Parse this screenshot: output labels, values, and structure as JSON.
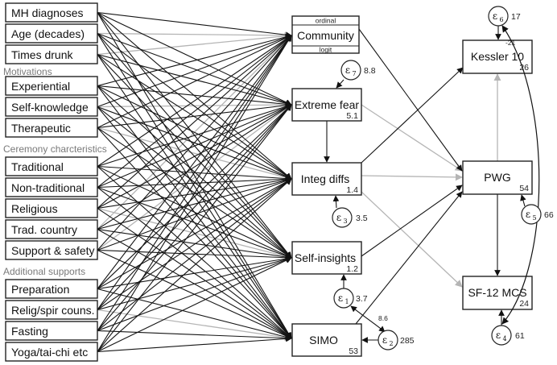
{
  "predictors": [
    "MH diagnoses",
    "Age (decades)",
    "Times drunk",
    "Experiential",
    "Self-knowledge",
    "Therapeutic",
    "Traditional",
    "Non-traditional",
    "Religious",
    "Trad. country",
    "Support & safety",
    "Preparation",
    "Relig/spir couns.",
    "Fasting",
    "Yoga/tai-chi etc"
  ],
  "group_labels": {
    "motivations": "Motivations",
    "ceremony": "Ceremony charcteristics",
    "supports": "Additional supports"
  },
  "community": {
    "label": "Community",
    "top_band": "ordinal",
    "bottom_band": "logit"
  },
  "mediators": [
    {
      "label": "Extreme fear",
      "value": "5.1"
    },
    {
      "label": "Integ diffs",
      "value": "1.4"
    },
    {
      "label": "Self-insights",
      "value": "1.2"
    },
    {
      "label": "SIMO",
      "value": "53"
    }
  ],
  "outcomes": [
    {
      "label": "Kessler 10",
      "value": "26"
    },
    {
      "label": "PWG",
      "value": "54"
    },
    {
      "label": "SF-12 MCS",
      "value": "24"
    }
  ],
  "errors": [
    {
      "sub": "6",
      "value": "17"
    },
    {
      "sub": "7",
      "value": "8.8"
    },
    {
      "sub": "3",
      "value": "3.5"
    },
    {
      "sub": "5",
      "value": "66"
    },
    {
      "sub": "1",
      "value": "3.7"
    },
    {
      "sub": "2",
      "value": "285"
    },
    {
      "sub": "4",
      "value": "61"
    }
  ],
  "covariances": {
    "e6_e4": "-21",
    "e1_e2": "8.6"
  },
  "epsilon_symbol": "ε"
}
